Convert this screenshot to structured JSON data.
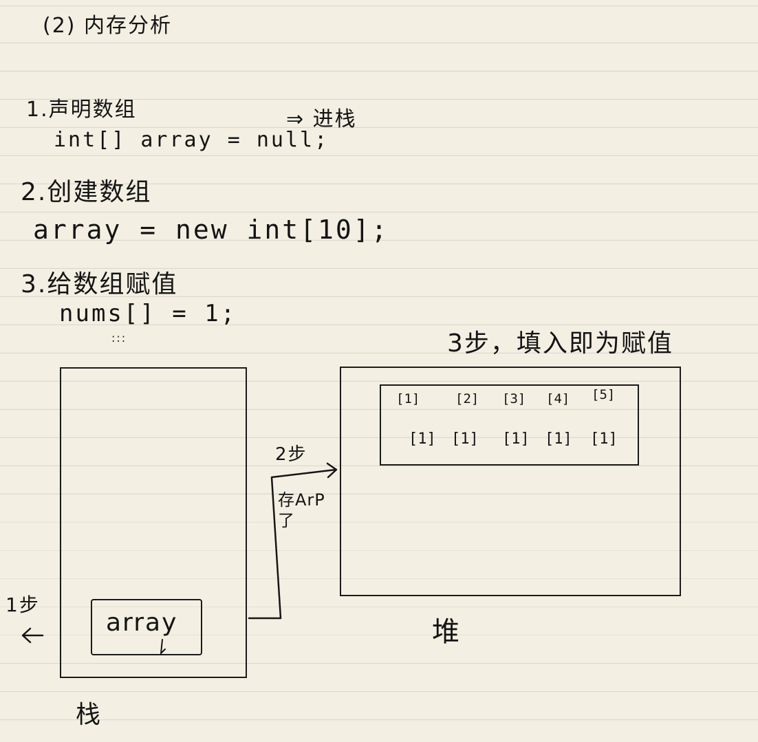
{
  "heading": "(2) 内存分析",
  "steps": {
    "declare_title": "1.声明数组",
    "declare_code": "int[] array = null;",
    "declare_note": "⇒ 进栈",
    "create_title": "2.创建数组",
    "create_code": "array = new int[10];",
    "assign_title": "3.给数组赋值",
    "assign_code": "nums[] = 1;",
    "ellipsis": ":::"
  },
  "diagram": {
    "heap_note": "3步，填入即为赋值",
    "stack_label": "栈",
    "heap_label": "堆",
    "variable_label": "array",
    "step1_label": "1步",
    "step2_label": "2步",
    "arrow_note": "存ArP了",
    "heap_cells_top": [
      "[1]",
      "[2]",
      "[3]",
      "[4]",
      "[5]"
    ],
    "heap_cells_bottom": [
      "[1]",
      "[1]",
      "[1]",
      "[1]",
      "[1]"
    ]
  }
}
